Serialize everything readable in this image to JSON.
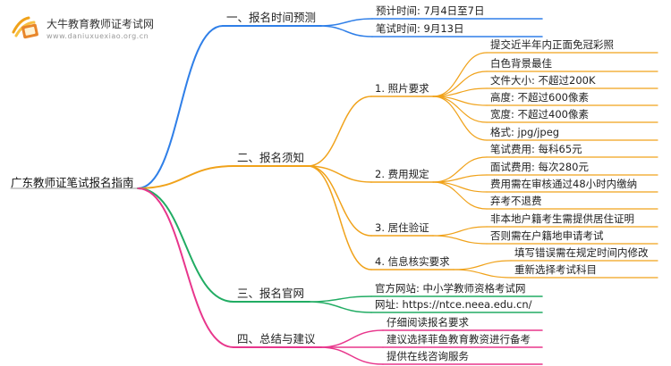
{
  "logo": {
    "name": "大牛教育教师证考试网",
    "url": "www.daniuxuexiao.org.cn"
  },
  "colors": {
    "blue": "#2f7fe8",
    "orange": "#f0a21a",
    "green": "#21ac63",
    "pink": "#e8368c"
  },
  "mindmap": {
    "root": "广东教师证笔试报名指南",
    "branches": [
      {
        "label": "一、报名时间预测",
        "color": "blue",
        "children": [
          {
            "label": "预计时间: 7月4日至7日"
          },
          {
            "label": "笔试时间: 9月13日"
          }
        ]
      },
      {
        "label": "二、报名须知",
        "color": "orange",
        "children": [
          {
            "label": "1. 照片要求",
            "children": [
              {
                "label": "提交近半年内正面免冠彩照"
              },
              {
                "label": "白色背景最佳"
              },
              {
                "label": "文件大小: 不超过200K"
              },
              {
                "label": "高度: 不超过600像素"
              },
              {
                "label": "宽度: 不超过400像素"
              },
              {
                "label": "格式: jpg/jpeg"
              }
            ]
          },
          {
            "label": "2. 费用规定",
            "children": [
              {
                "label": "笔试费用: 每科65元"
              },
              {
                "label": "面试费用: 每次280元"
              },
              {
                "label": "费用需在审核通过48小时内缴纳"
              },
              {
                "label": "弃考不退费"
              }
            ]
          },
          {
            "label": "3. 居住验证",
            "children": [
              {
                "label": "非本地户籍考生需提供居住证明"
              },
              {
                "label": "否则需在户籍地申请考试"
              }
            ]
          },
          {
            "label": "4. 信息核实要求",
            "children": [
              {
                "label": "填写错误需在规定时间内修改"
              },
              {
                "label": "重新选择考试科目"
              }
            ]
          }
        ]
      },
      {
        "label": "三、报名官网",
        "color": "green",
        "children": [
          {
            "label": "官方网站: 中小学教师资格考试网"
          },
          {
            "label": "网址: https://ntce.neea.edu.cn/"
          }
        ]
      },
      {
        "label": "四、总结与建议",
        "color": "pink",
        "children": [
          {
            "label": "仔细阅读报名要求"
          },
          {
            "label": "建议选择菲鱼教育教资进行备考"
          },
          {
            "label": "提供在线咨询服务"
          }
        ]
      }
    ]
  }
}
